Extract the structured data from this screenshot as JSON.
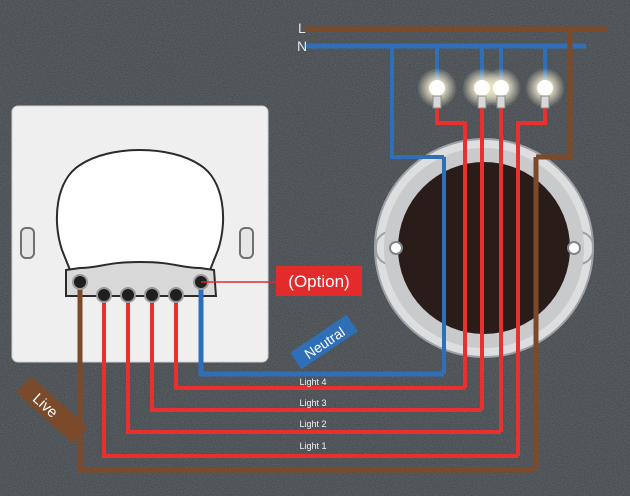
{
  "labels": {
    "line_L": "L",
    "line_N": "N",
    "option": "(Option)",
    "neutral": "Neutral",
    "live": "Live",
    "light_4": "Light 4",
    "light_3": "Light 3",
    "light_2": "Light 2",
    "light_1": "Light 1"
  },
  "colors": {
    "background": "#3d4247",
    "live_wire": "#7a4a2a",
    "neutral_wire": "#2f6fb8",
    "light_wire": "#e8302f",
    "switch_plate": "#efefef",
    "box_ring": "#d4d6d8",
    "box_interior": "#2a1c18",
    "option_box": "#e32b2b"
  },
  "icons": [
    "light-bulb-icon",
    "terminal-screw-icon",
    "mounting-screw-icon"
  ]
}
